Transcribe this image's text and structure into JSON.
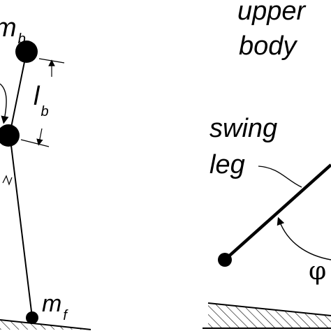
{
  "labels": {
    "m_b_main": "m",
    "m_b_sub": "b",
    "l_b_main": "l",
    "l_b_sub": "b",
    "m_f_main": "m",
    "m_f_sub": "f",
    "upper_line1": "upper",
    "upper_line2": "body",
    "swing_line1": "swing",
    "swing_line2": "leg",
    "phi": "φ"
  },
  "colors": {
    "ink": "#000000",
    "background": "#ffffff"
  }
}
